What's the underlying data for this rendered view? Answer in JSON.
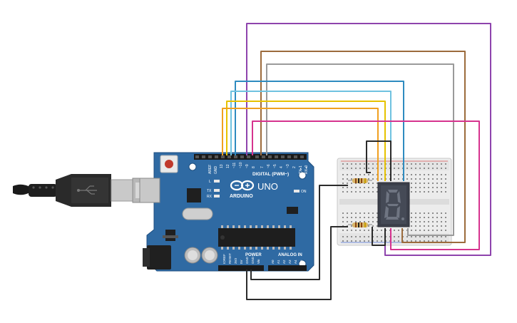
{
  "board": {
    "logo_text": "ARDUINO",
    "model": "UNO",
    "digital_header_label": "DIGITAL (PWM~)",
    "power_label": "POWER",
    "analog_label": "ANALOG IN",
    "on_label": "ON",
    "l_label": "L",
    "tx_label": "TX",
    "rx_label": "RX",
    "digital_pins": [
      "AREF",
      "GND",
      "13",
      "12",
      "~11",
      "~10",
      "~9",
      "8",
      "7",
      "~6",
      "~5",
      "4",
      "~3",
      "2",
      "TX▸1",
      "RX◂0"
    ],
    "power_pins": [
      "IOREF",
      "RESET",
      "3V3",
      "5V",
      "GND",
      "GND",
      "Vin"
    ],
    "analog_pins": [
      "A0",
      "A1",
      "A2",
      "A3",
      "A4",
      "A5"
    ]
  },
  "display": {
    "digit": "8"
  },
  "colors": {
    "purple": "#8e44ad",
    "brown": "#9c6b3c",
    "gray": "#9a9a9a",
    "blue": "#2e8bc0",
    "light_blue": "#6fc2e0",
    "yellow": "#e6c200",
    "orange": "#f0a020",
    "magenta": "#d6338e",
    "black": "#2b2b2b",
    "board_blue": "#2f6aa3"
  }
}
